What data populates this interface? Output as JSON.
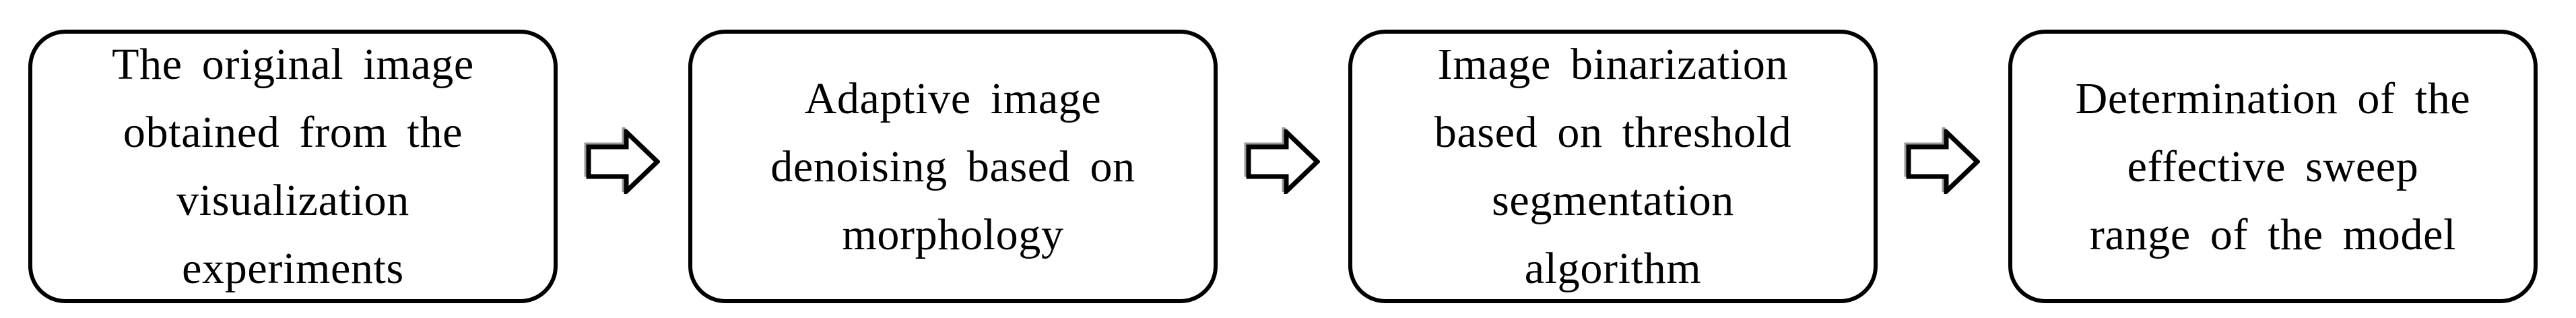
{
  "figure": {
    "description": "Image-processing workflow flowchart",
    "background_color": "#ffffff",
    "box_border_color": "#000000",
    "text_color": "#000000",
    "connector_icon": "right-block-arrow",
    "connector_outline_color": "#000000",
    "connector_fill_color": "#ffffff",
    "connector_shadow_color": "#9a9a9a"
  },
  "flow": {
    "steps": [
      {
        "id": "step-1",
        "label_lines": [
          "The original image",
          "obtained from the",
          "visualization",
          "experiments"
        ]
      },
      {
        "id": "step-2",
        "label_lines": [
          "Adaptive image",
          "denoising based on",
          "morphology"
        ]
      },
      {
        "id": "step-3",
        "label_lines": [
          "Image binarization",
          "based on threshold",
          "segmentation",
          "algorithm"
        ]
      },
      {
        "id": "step-4",
        "label_lines": [
          "Determination of the",
          "effective sweep",
          "range of the model"
        ]
      }
    ]
  }
}
